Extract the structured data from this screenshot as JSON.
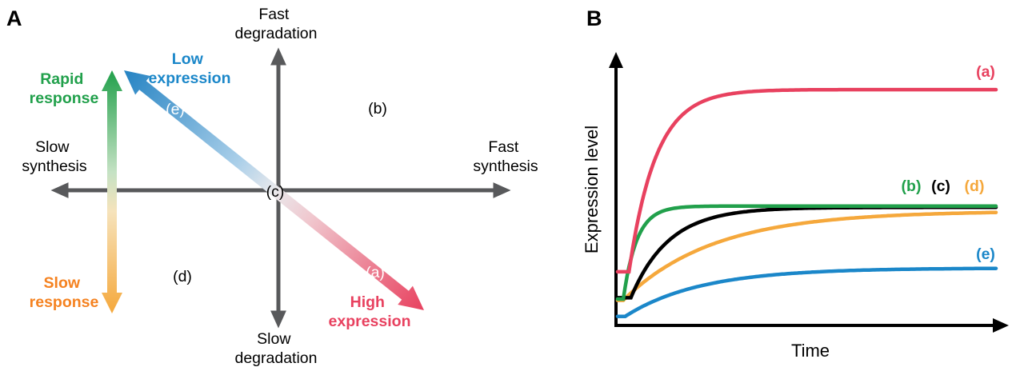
{
  "panelA": {
    "label": "A",
    "axis_color": "#58595b",
    "axis_top": [
      "Fast",
      "degradation"
    ],
    "axis_bottom": [
      "Slow",
      "degradation"
    ],
    "axis_left": [
      "Slow",
      "synthesis"
    ],
    "axis_right": [
      "Fast",
      "synthesis"
    ],
    "low_expression": [
      "Low",
      "expression"
    ],
    "high_expression": [
      "High",
      "expression"
    ],
    "rapid_response": [
      "Rapid",
      "response"
    ],
    "slow_response": [
      "Slow",
      "response"
    ],
    "colors": {
      "low_expression": "#1b87c9",
      "high_expression": "#e8415f",
      "rapid_response": "#21a04b",
      "slow_response": "#f58220",
      "arrow_blue": "#2583c3",
      "arrow_red": "#e8415f",
      "arrow_green": "#21a04b",
      "arrow_orange": "#f5a83c"
    },
    "point_labels": {
      "a": "(a)",
      "b": "(b)",
      "c": "(c)",
      "d": "(d)",
      "e": "(e)"
    }
  },
  "panelB": {
    "label": "B",
    "ylabel": "Expression level",
    "xlabel": "Time"
  },
  "chart_data": {
    "type": "line",
    "title": "",
    "xlabel": "Time",
    "ylabel": "Expression level",
    "x_axis": {
      "range": [
        0,
        10
      ],
      "units": "arbitrary",
      "ticks": "none",
      "arrow": true
    },
    "y_axis": {
      "range": [
        0,
        1
      ],
      "units": "fraction of max expression",
      "ticks": "none",
      "arrow": true
    },
    "legend_position": "curve-end labels",
    "grid": false,
    "series": [
      {
        "name": "(a)",
        "color": "#e8415f",
        "start_level": 0.21,
        "plateau_level": 0.945,
        "rise_rate": 1.4,
        "delay": 0.3
      },
      {
        "name": "(b)",
        "color": "#21a04b",
        "start_level": 0.1,
        "plateau_level": 0.475,
        "rise_rate": 2.8,
        "delay": 0.15
      },
      {
        "name": "(c)",
        "color": "#000000",
        "start_level": 0.105,
        "plateau_level": 0.47,
        "rise_rate": 1.0,
        "delay": 0.35
      },
      {
        "name": "(d)",
        "color": "#f5a83c",
        "start_level": 0.095,
        "plateau_level": 0.455,
        "rise_rate": 0.42,
        "delay": 0.15
      },
      {
        "name": "(e)",
        "color": "#1b87c9",
        "start_level": 0.03,
        "plateau_level": 0.225,
        "rise_rate": 0.5,
        "delay": 0.2
      }
    ]
  }
}
